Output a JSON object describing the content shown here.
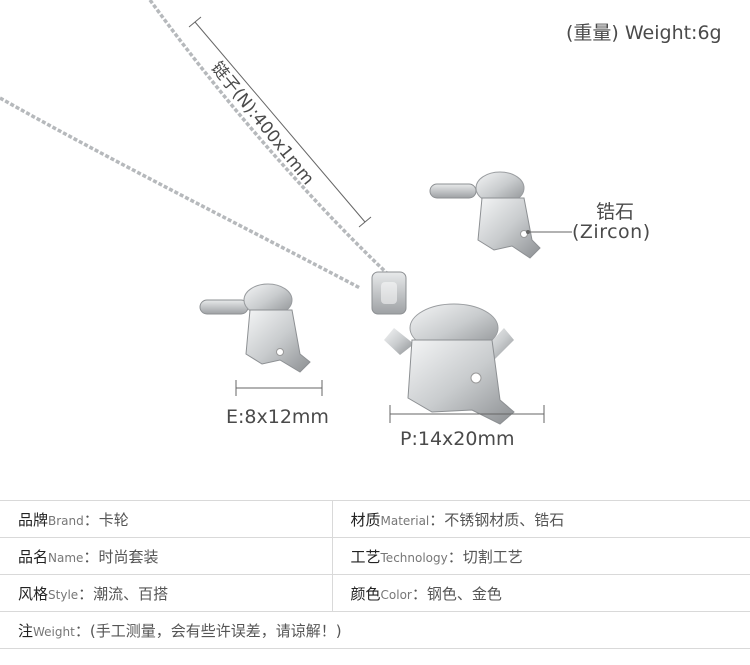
{
  "annotations": {
    "weight": "(重量) Weight:6g",
    "chain": "链子(N):400x1mm",
    "zircon_cn": "锆石",
    "zircon_en": "(Zircon)",
    "earring": "E:8x12mm",
    "pendant": "P:14x20mm"
  },
  "specs": {
    "brand": {
      "cn": "品牌",
      "en": "Brand",
      "value": "卡轮"
    },
    "material": {
      "cn": "材质",
      "en": "Material",
      "value": "不锈钢材质、锆石"
    },
    "name": {
      "cn": "品名",
      "en": "Name",
      "value": "时尚套装"
    },
    "technology": {
      "cn": "工艺",
      "en": "Technology",
      "value": "切割工艺"
    },
    "style": {
      "cn": "风格",
      "en": "Style",
      "value": "潮流、百搭"
    },
    "color": {
      "cn": "颜色",
      "en": "Color",
      "value": "钢色、金色"
    },
    "note": {
      "cn": "注",
      "en": "Weight",
      "value": "(手工测量，会有些许误差，请谅解！)"
    }
  },
  "colors": {
    "metal_light": "#e4e6e8",
    "metal_dark": "#8a8d90",
    "line": "#666666",
    "border": "#d9d9d9"
  }
}
